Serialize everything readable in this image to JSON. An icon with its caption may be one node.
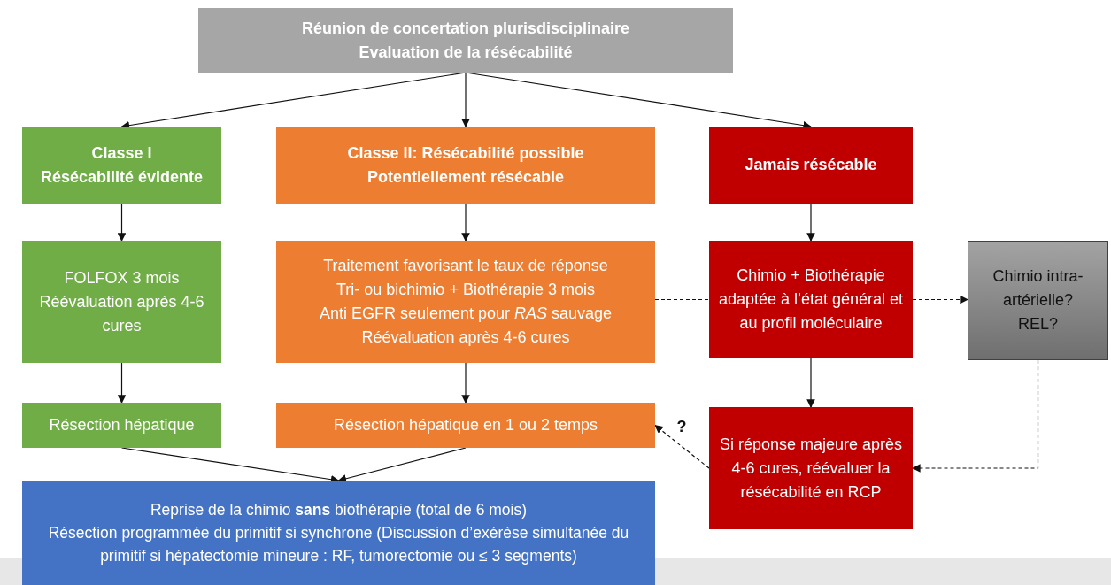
{
  "diagram": {
    "nodes": [
      {
        "text": [
          "Réunion de concertation plurisdisciplinaire",
          "Evaluation de la résécabilité"
        ]
      },
      {
        "text": [
          "Classe I",
          "Résécabilité évidente"
        ]
      },
      {
        "text": [
          "Classe II: Résécabilité possible",
          "Potentiellement résécable"
        ]
      },
      {
        "text": [
          "Jamais résécable"
        ]
      },
      {
        "text": [
          "FOLFOX 3 mois",
          "Réévaluation après 4-6 cures"
        ]
      },
      {
        "text": [
          "Traitement favorisant le taux de réponse",
          "Tri- ou bichimio + Biothérapie 3 mois",
          "Anti EGFR seulement pour *RAS* sauvage",
          "Réévaluation après 4-6 cures"
        ]
      },
      {
        "text": [
          "Chimio + Biothérapie adaptée à l’état général et au profil moléculaire"
        ]
      },
      {
        "text": [
          "Chimio intra-artérielle?",
          "REL?"
        ]
      },
      {
        "text": [
          "Résection hépatique"
        ]
      },
      {
        "text": [
          "Résection hépatique en 1 ou 2 temps"
        ]
      },
      {
        "text": [
          "Si réponse majeure après 4-6 cures, réévaluer la résécabilité en RCP"
        ]
      },
      {
        "text": [
          "Reprise de la chimio **sans** biothérapie (total de 6 mois)",
          "Résection programmée du primitif si synchrone (Discussion d’exérèse simultanée du primitif si hépatectomie mineure : RF, tumorectomie ou ≤ 3 segments)"
        ]
      }
    ],
    "edges": [
      {
        "from": 0,
        "to": 1,
        "arrow": "to"
      },
      {
        "from": 0,
        "to": 2,
        "arrow": "to"
      },
      {
        "from": 0,
        "to": 3,
        "arrow": "to"
      },
      {
        "from": 1,
        "to": 4,
        "arrow": "to"
      },
      {
        "from": 2,
        "to": 5,
        "arrow": "to"
      },
      {
        "from": 3,
        "to": 6,
        "arrow": "to"
      },
      {
        "from": 4,
        "to": 8,
        "arrow": "to"
      },
      {
        "from": 5,
        "to": 9,
        "arrow": "to"
      },
      {
        "from": 6,
        "to": 10,
        "arrow": "to"
      },
      {
        "from": 8,
        "to": 11,
        "arrow": "to"
      },
      {
        "from": 9,
        "to": 11,
        "arrow": "to"
      },
      {
        "from": 5,
        "to": 6,
        "arrow": "none",
        "style": "dashed"
      },
      {
        "from": 6,
        "to": 7,
        "arrow": "to",
        "style": "dashed"
      },
      {
        "from": 7,
        "to": 10,
        "arrow": "to",
        "style": "dashed"
      },
      {
        "from": 10,
        "to": 9,
        "arrow": "to",
        "style": "dashed",
        "label": "?"
      }
    ]
  }
}
